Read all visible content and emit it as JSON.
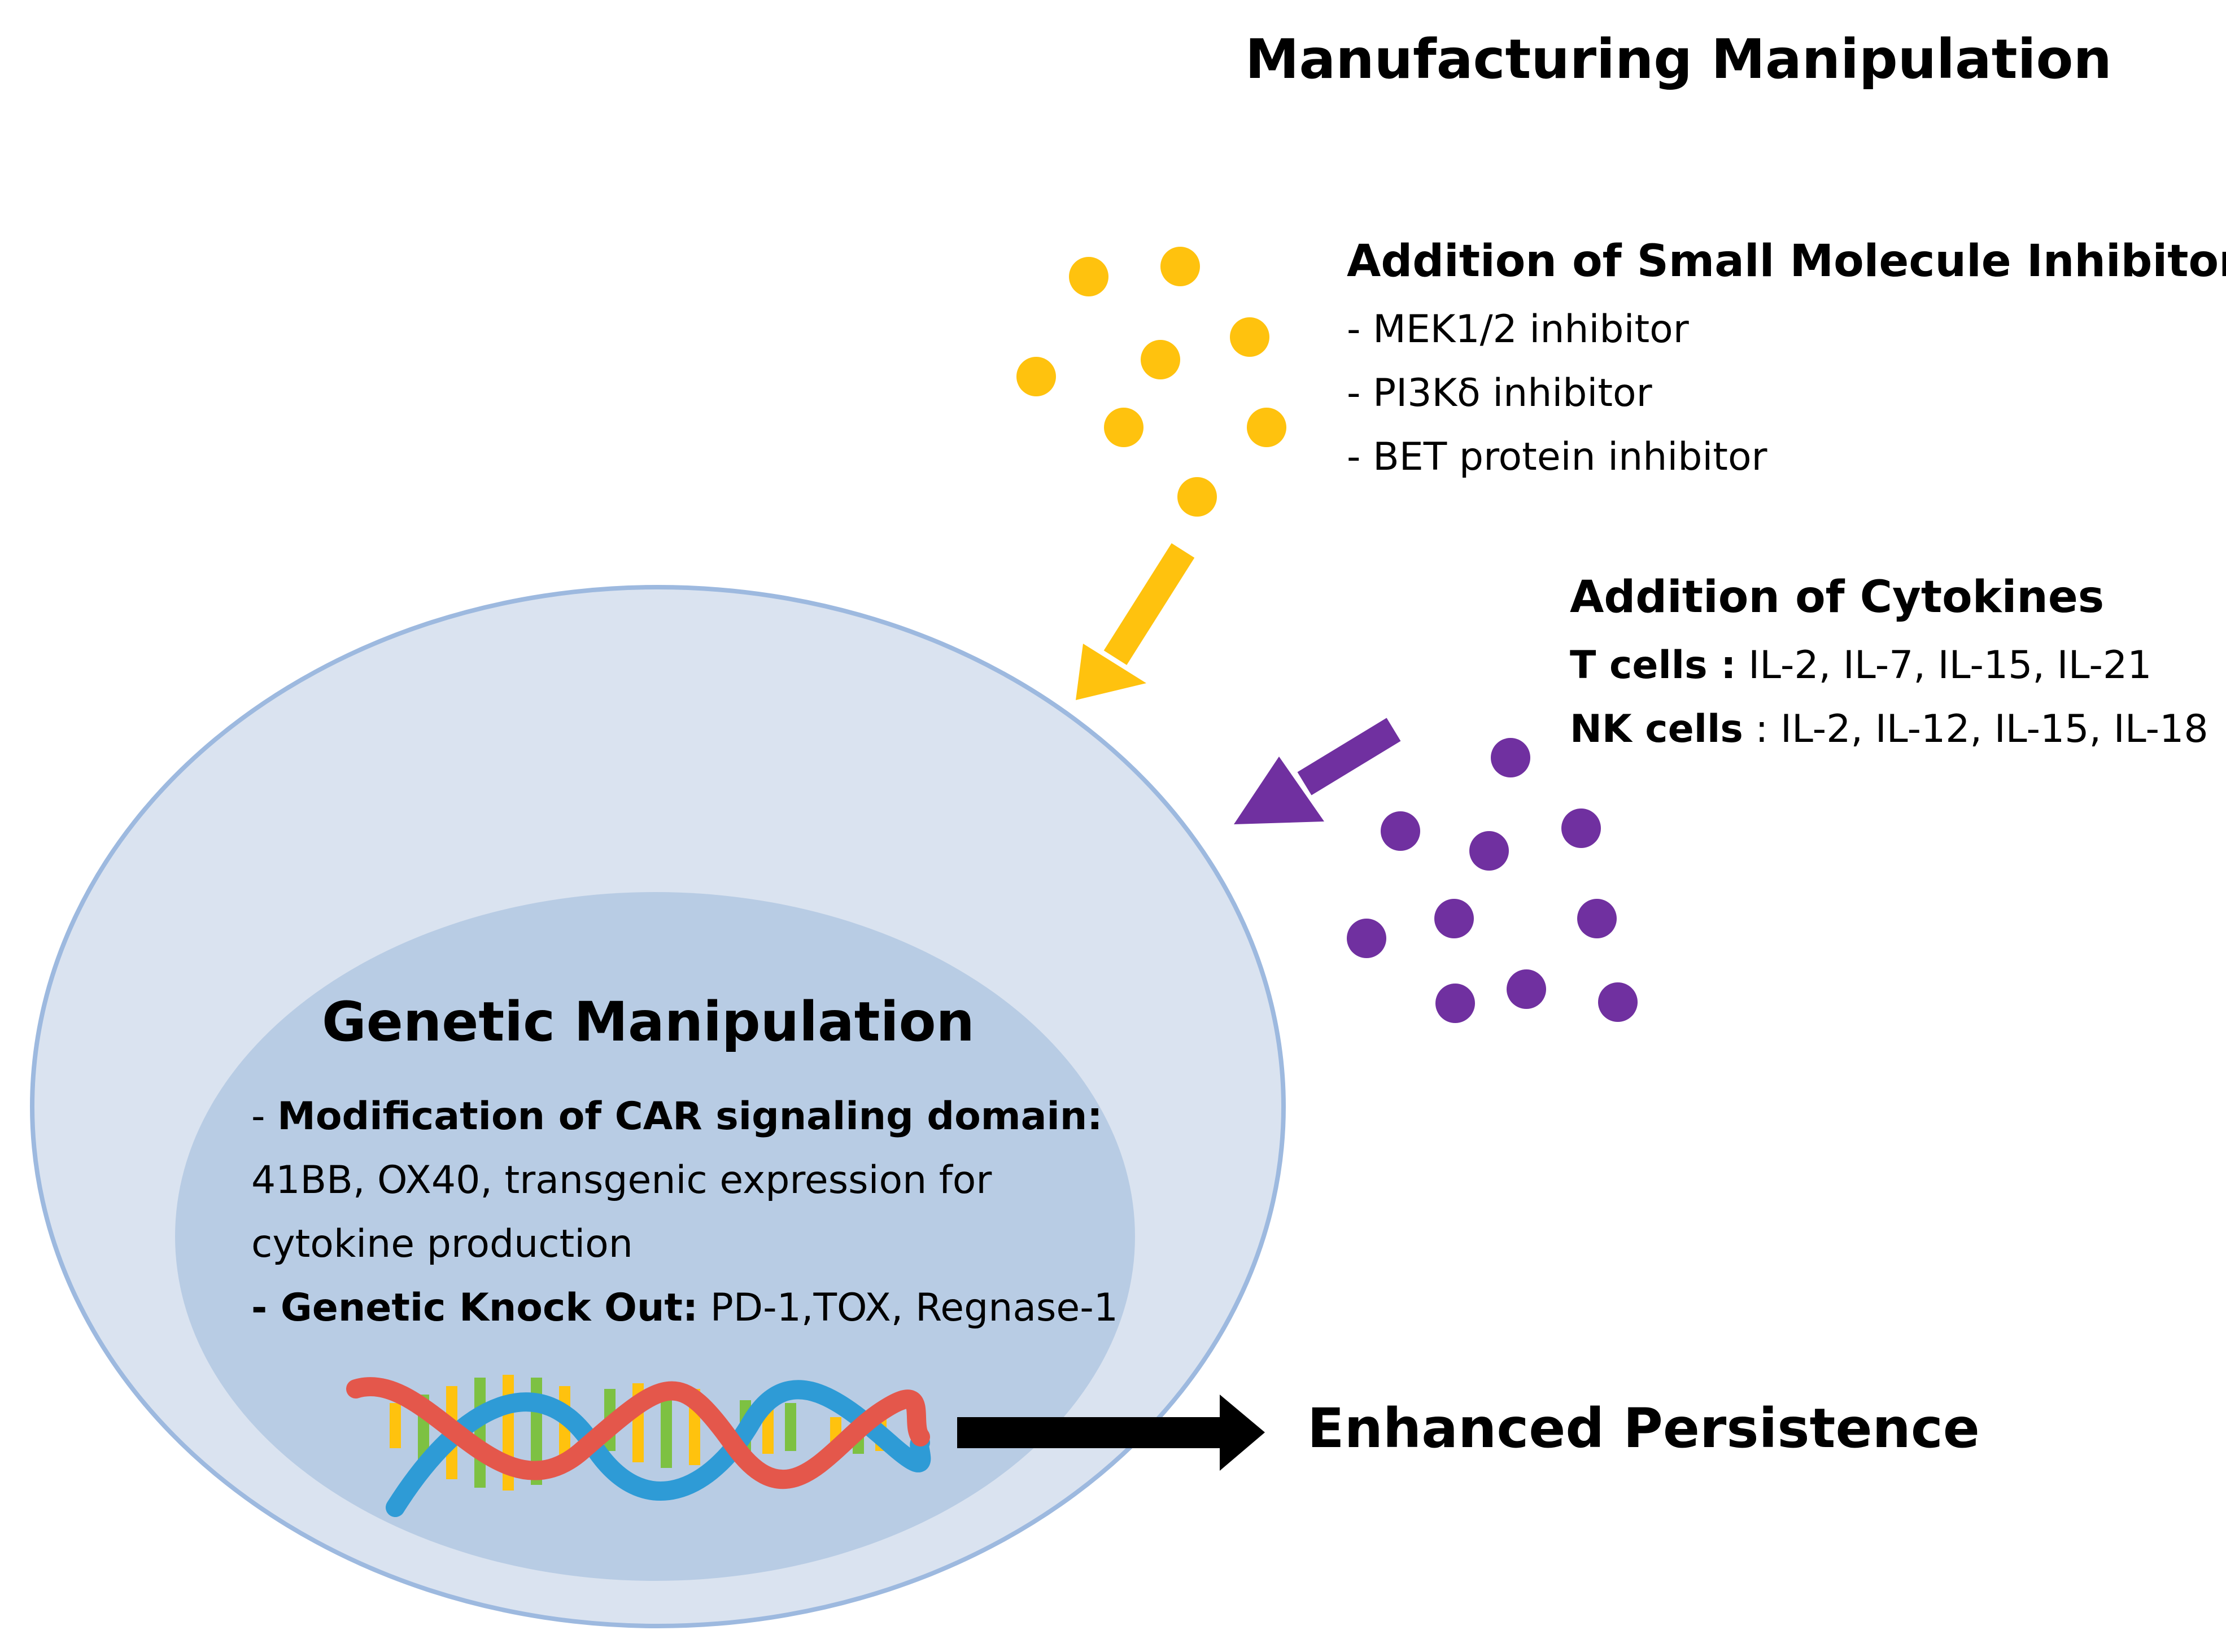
{
  "title": "Manufacturing Manipulation",
  "small_molecule": {
    "heading": "Addition of Small Molecule Inhibitor",
    "items": [
      "- MEK1/2 inhibitor",
      "- PI3Kδ inhibitor",
      "- BET protein inhibitor"
    ]
  },
  "cytokines": {
    "heading": "Addition of Cytokines",
    "t_cells_label": "T cells :",
    "t_cells_value": " IL-2, IL-7, IL-15, IL-21",
    "nk_cells_label": "NK cells",
    "nk_cells_value": " : IL-2, IL-12, IL-15, IL-18"
  },
  "genetic": {
    "heading": "Genetic Manipulation",
    "mod_prefix": "- ",
    "mod_label": "Modification of CAR signaling domain:",
    "mod_line2": "41BB, OX40, transgenic expression for",
    "mod_line3": "cytokine production",
    "ko_label": "- Genetic Knock Out:",
    "ko_value": " PD-1,TOX, Regnase-1"
  },
  "outcome": "Enhanced Persistence",
  "colors": {
    "inhibitor": "#FFC20E",
    "cytokine": "#7030A0",
    "cell_outer": "#DAE3F0",
    "cell_outer_stroke": "#9DB9DF",
    "nucleus": "#B8CCE4",
    "arrow_main": "#000000"
  }
}
